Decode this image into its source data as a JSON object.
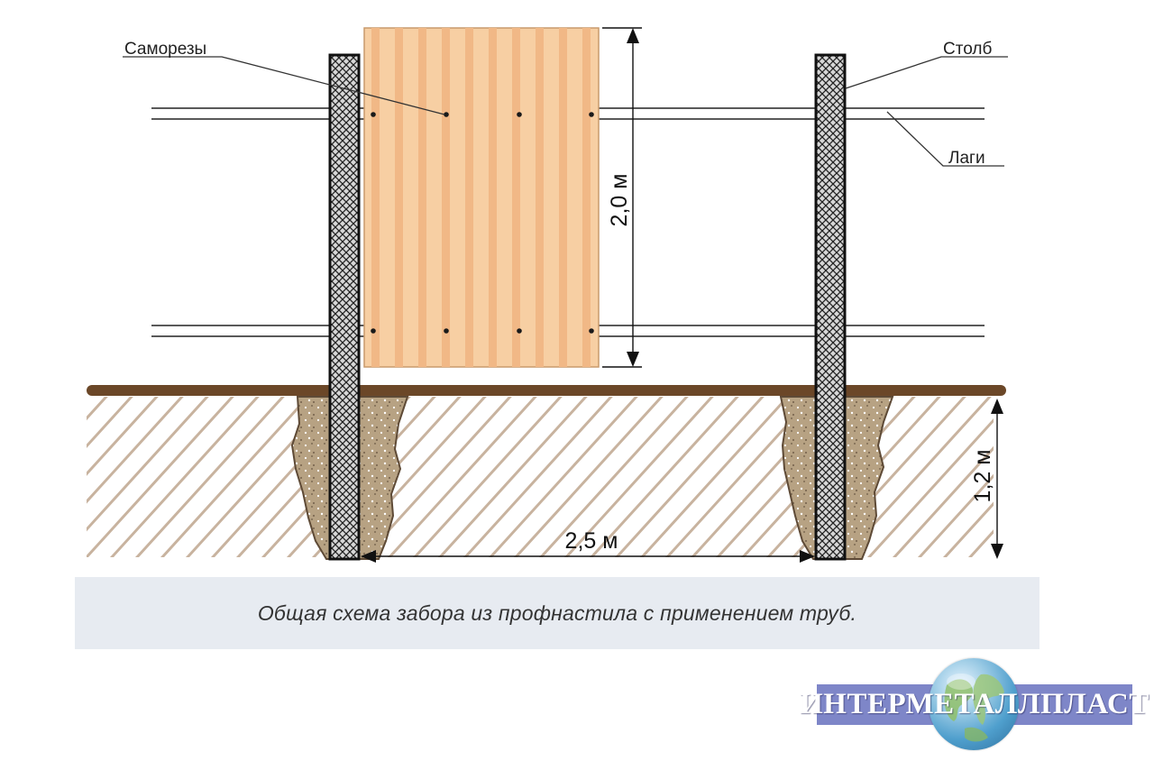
{
  "diagram": {
    "labels": {
      "screws": "Саморезы",
      "post": "Столб",
      "rails": "Лаги"
    },
    "dimensions": {
      "height": "2,0 м",
      "depth": "1,2 м",
      "span": "2,5 м"
    }
  },
  "caption": "Общая схема забора из профнастила с применением труб.",
  "logo": {
    "text": "ИНТЕРМЕТАЛЛПЛАСТ"
  },
  "colors": {
    "sheet": "#f7cfa3",
    "sheet_rib": "#f1b886",
    "ground_line": "#6b4728",
    "ground_hatch": "#c8b39f",
    "concrete": "#b19a7b",
    "post_fill": "#cfcfcf",
    "caption_bg": "#e7ebf1",
    "logo_band": "#7e86c8"
  }
}
